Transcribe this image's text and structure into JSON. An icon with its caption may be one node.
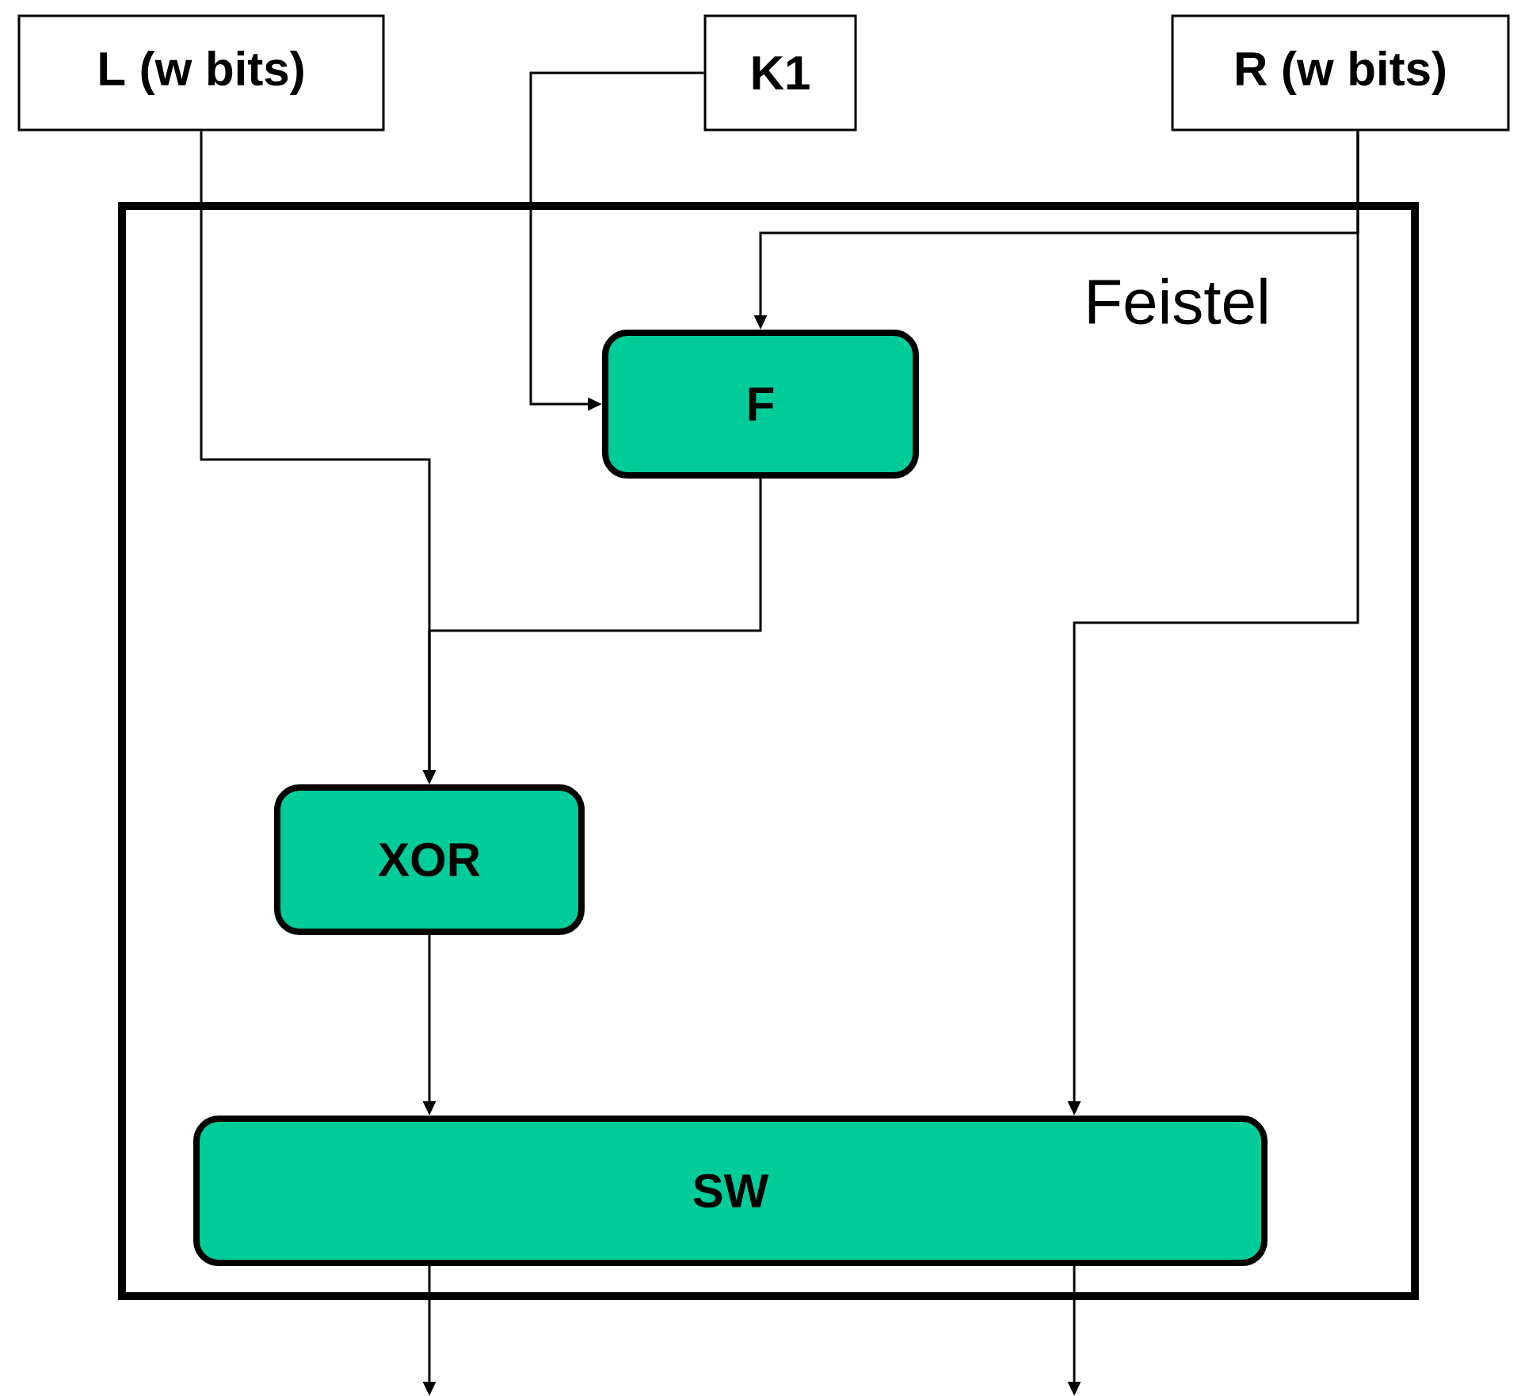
{
  "diagram": {
    "nodes": [
      {
        "text": [
          "L (w bits)"
        ]
      },
      {
        "text": [
          "K1"
        ]
      },
      {
        "text": [
          "R (w bits)"
        ]
      },
      {
        "text": [
          "Feistel"
        ]
      },
      {
        "text": [
          "F"
        ],
        "in": 3
      },
      {
        "text": [
          "XOR"
        ],
        "in": 3
      },
      {
        "text": [
          "SW"
        ],
        "in": 3
      }
    ],
    "edges": [
      {
        "from": 0,
        "to": 5,
        "arrow": "to"
      },
      {
        "from": 1,
        "to": 4,
        "arrow": "to"
      },
      {
        "from": 2,
        "to": 4,
        "arrow": "to"
      },
      {
        "from": 2,
        "to": 6,
        "arrow": "to"
      },
      {
        "from": 4,
        "to": 5,
        "arrow": "to"
      },
      {
        "from": 5,
        "to": 6,
        "arrow": "to"
      },
      {
        "from": 6,
        "to": null,
        "arrow": "to"
      },
      {
        "from": 6,
        "to": null,
        "arrow": "to"
      }
    ]
  }
}
